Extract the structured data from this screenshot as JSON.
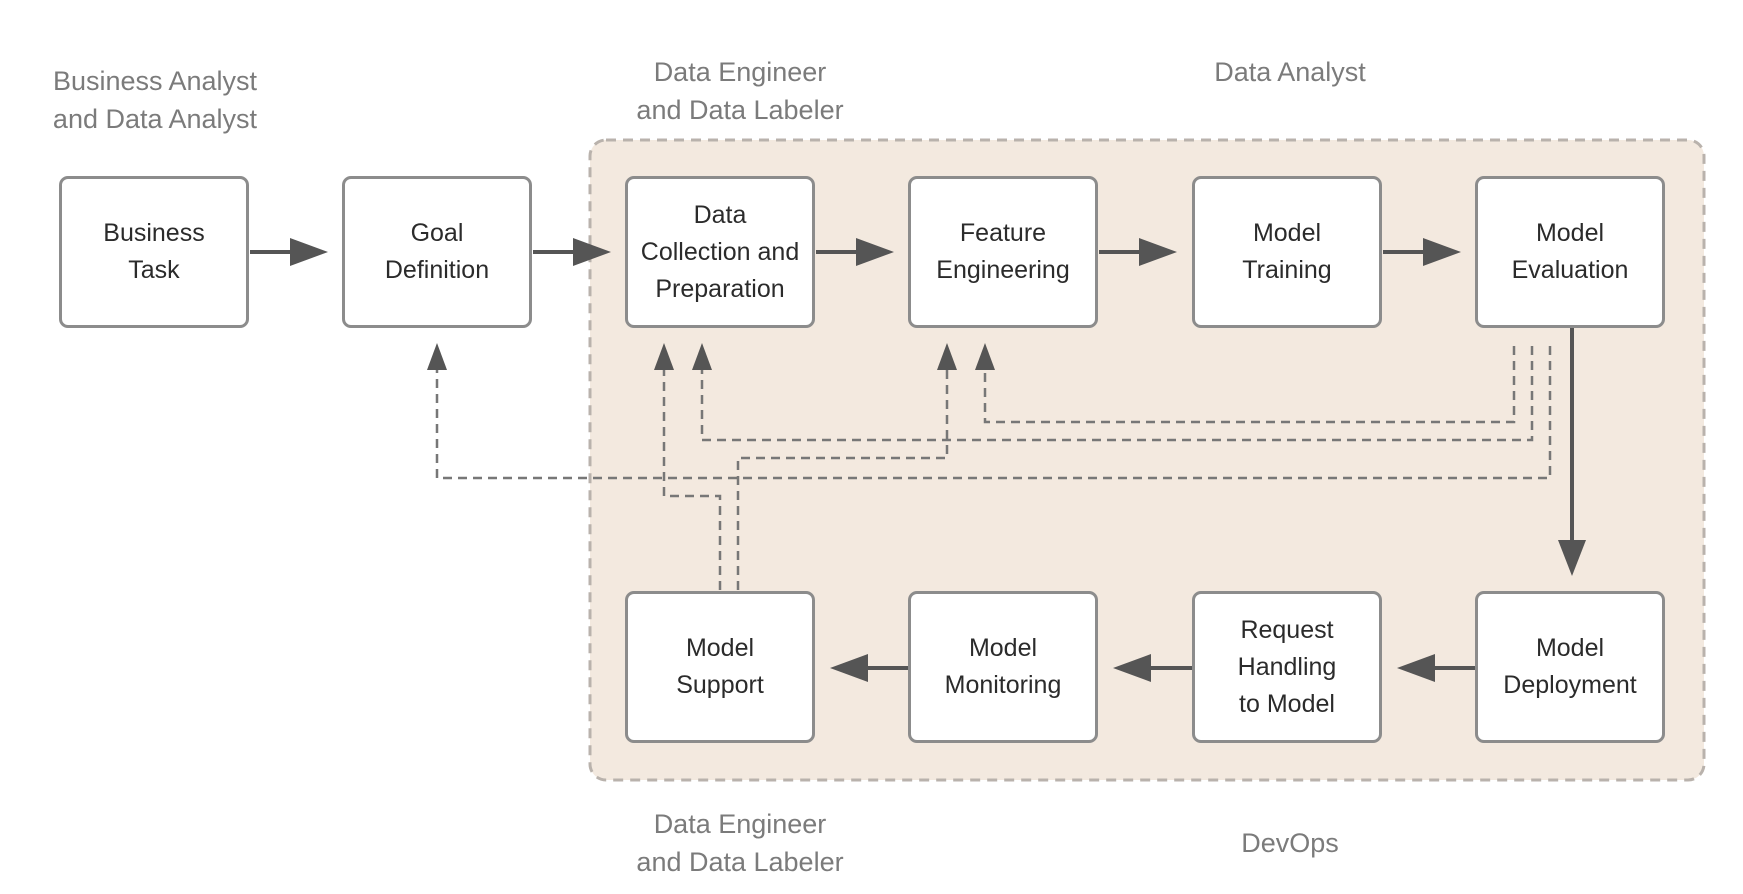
{
  "roles": {
    "business": "Business Analyst\nand Data Analyst",
    "data_engineer_top": "Data Engineer\nand Data Labeler",
    "data_analyst": "Data Analyst",
    "data_engineer_bottom": "Data Engineer\nand Data Labeler",
    "devops": "DevOps"
  },
  "steps": {
    "business_task": "Business\nTask",
    "goal_definition": "Goal\nDefinition",
    "data_collection": "Data\nCollection and\nPreparation",
    "feature_engineering": "Feature\nEngineering",
    "model_training": "Model\nTraining",
    "model_evaluation": "Model\nEvaluation",
    "model_support": "Model\nSupport",
    "model_monitoring": "Model\nMonitoring",
    "request_handling": "Request\nHandling\nto Model",
    "model_deployment": "Model\nDeployment"
  },
  "colors": {
    "region_fill": "#f3e9df",
    "region_border": "#b9b2ac",
    "box_border": "#8c8c8c",
    "arrow": "#555555",
    "dashed_line": "#777777",
    "role_text": "#7b7b7b",
    "step_text": "#2b2b2b"
  }
}
